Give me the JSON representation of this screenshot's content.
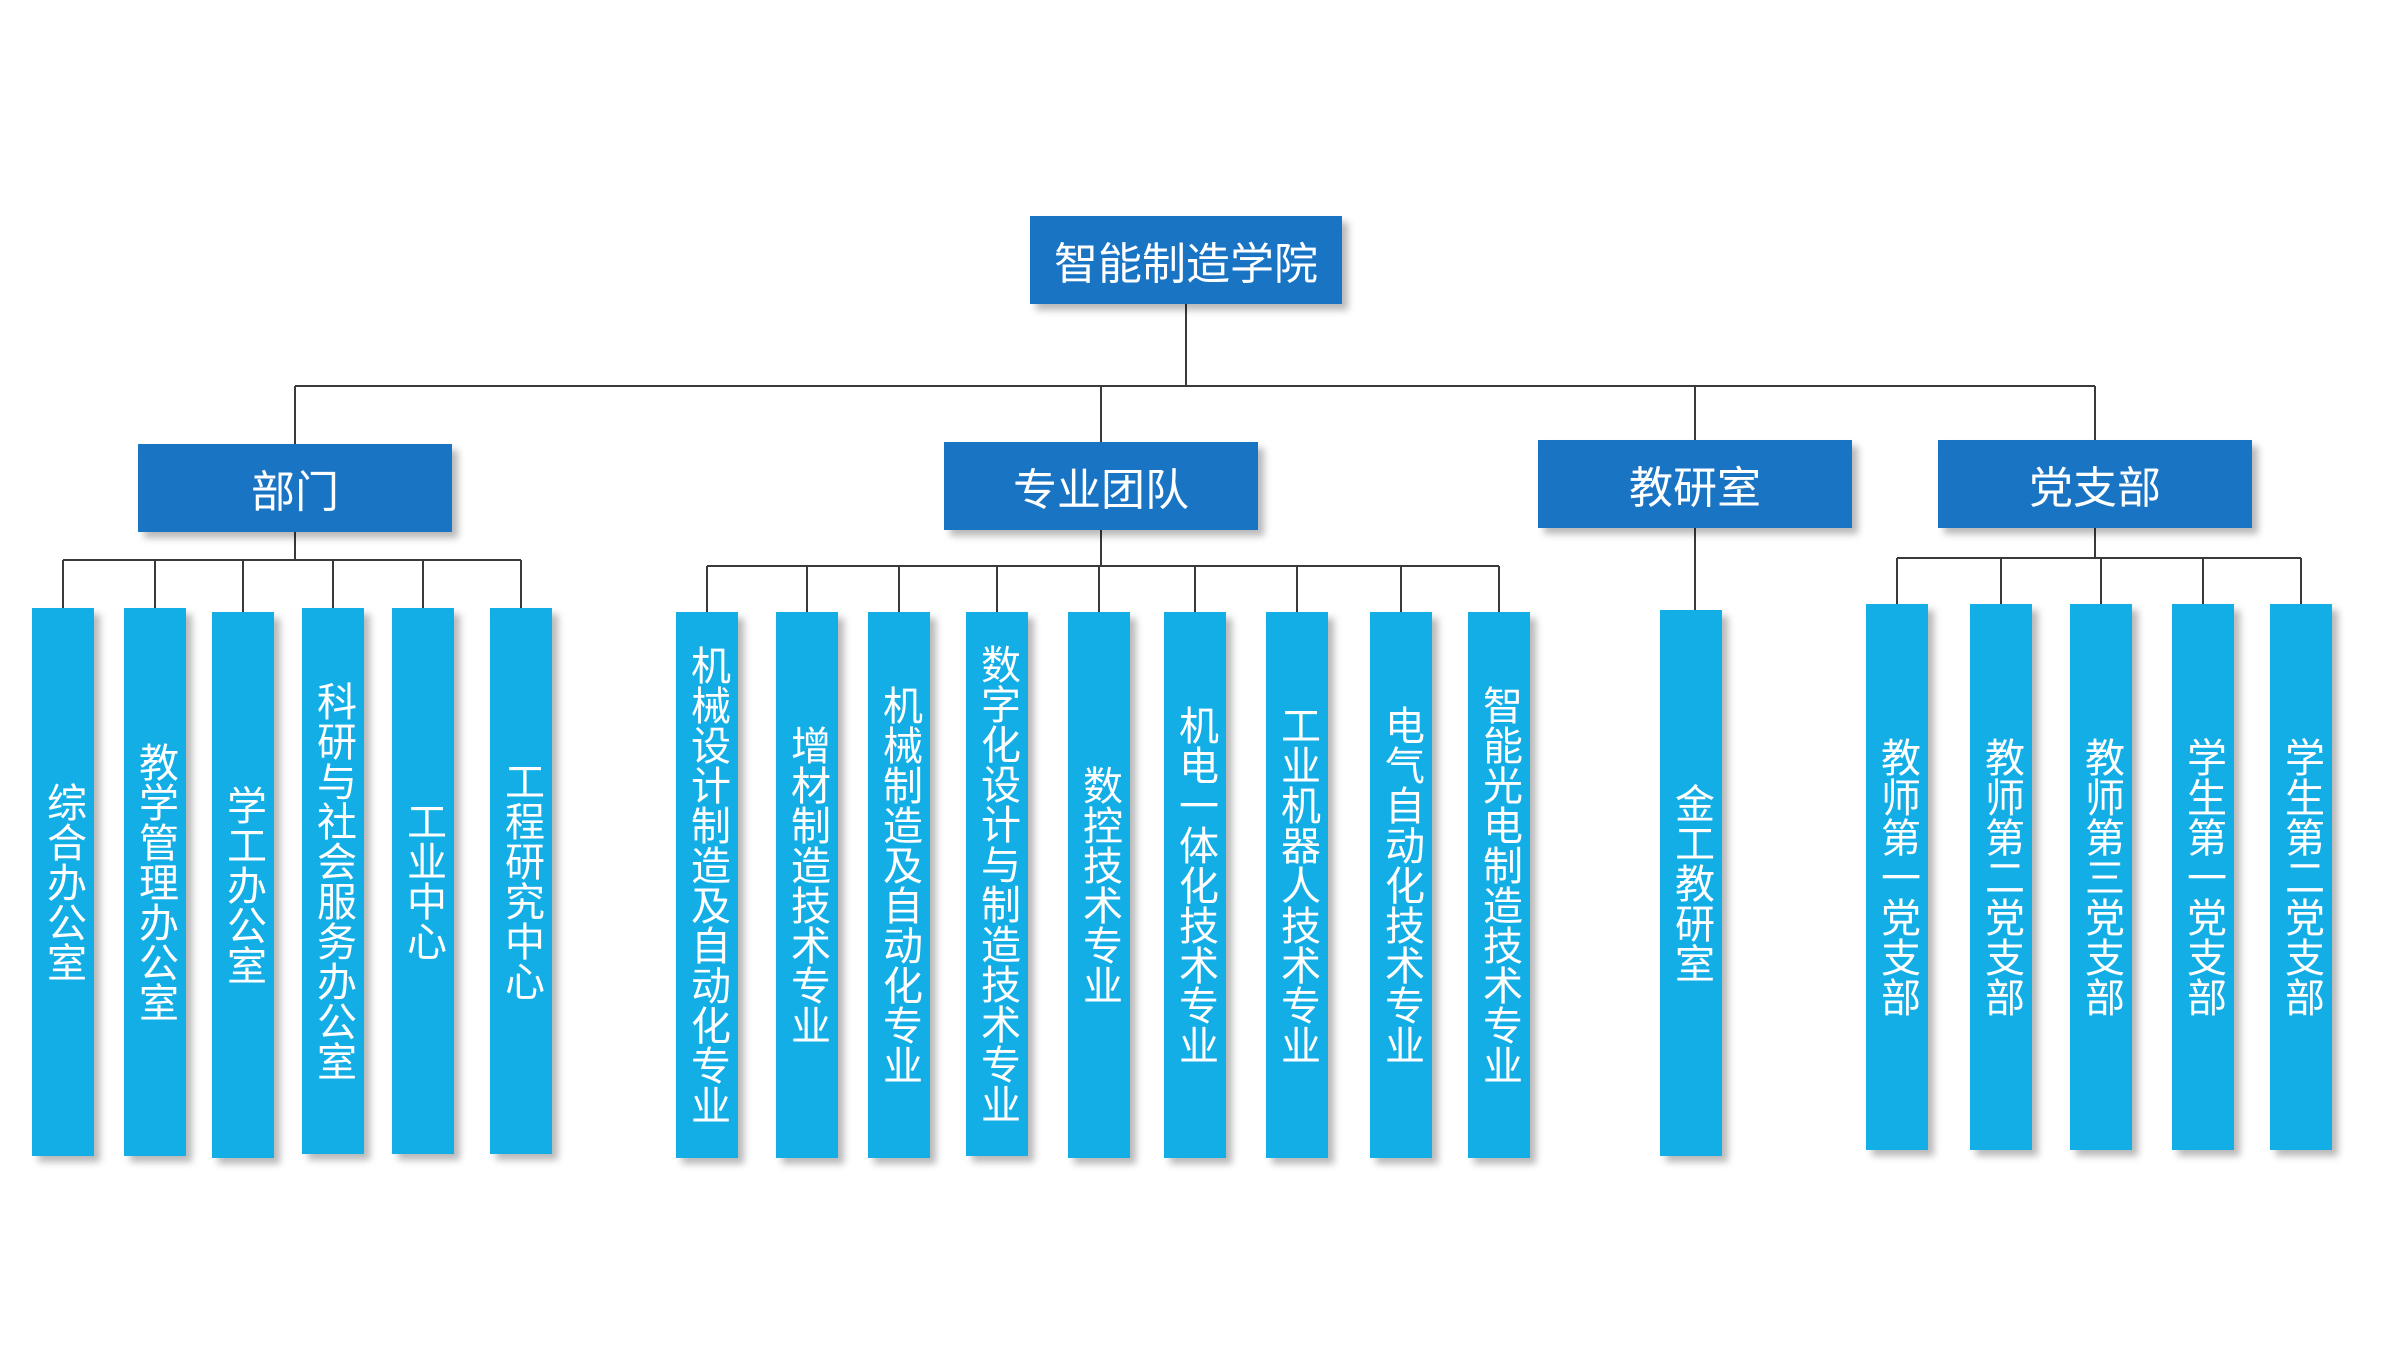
{
  "root": {
    "label": "智能制造学院"
  },
  "colors": {
    "header": "#1a74c4",
    "leaf": "#14aee6",
    "line": "#3a3a3a"
  },
  "categories": [
    {
      "label": "部门",
      "children": [
        "综合办公室",
        "教学管理办公室",
        "学工办公室",
        "科研与社会服务办公室",
        "工业中心",
        "工程研究中心"
      ]
    },
    {
      "label": "专业团队",
      "children": [
        "机械设计制造及自动化专业",
        "增材制造技术专业",
        "机械制造及自动化专业",
        "数字化设计与制造技术专业",
        "数控技术专业",
        "机电一体化技术专业",
        "工业机器人技术专业",
        "电气自动化技术专业",
        "智能光电制造技术专业"
      ]
    },
    {
      "label": "教研室",
      "children": [
        "金工教研室"
      ]
    },
    {
      "label": "党支部",
      "children": [
        "教师第一党支部",
        "教师第二党支部",
        "教师第三党支部",
        "学生第一党支部",
        "学生第二党支部"
      ]
    }
  ]
}
